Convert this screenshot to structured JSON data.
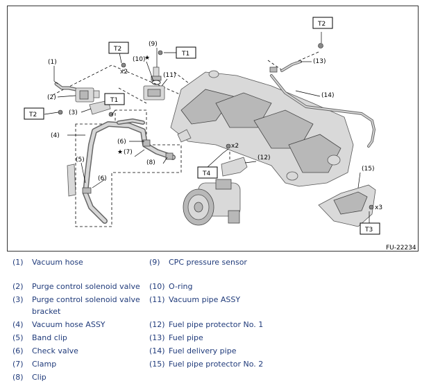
{
  "diagram": {
    "figure_id": "FU-22234",
    "callouts": [
      "(1)",
      "(2)",
      "(3)",
      "(4)",
      "(5)",
      "(6)",
      "(7)",
      "(8)",
      "(9)",
      "(10)",
      "(11)",
      "(12)",
      "(13)",
      "(14)",
      "(15)"
    ],
    "torque_tags": {
      "t1": "T1",
      "t2": "T2",
      "t3": "T3",
      "t4": "T4"
    },
    "qty_x2": "x2",
    "qty_x3": "x3",
    "star": "★"
  },
  "legend": {
    "items": [
      {
        "num": "(1)",
        "text": "Vacuum hose"
      },
      {
        "num": "(2)",
        "text": "Purge control solenoid valve"
      },
      {
        "num": "(3)",
        "text": "Purge control solenoid valve"
      },
      {
        "num": "",
        "text": "bracket"
      },
      {
        "num": "(4)",
        "text": "Vacuum hose ASSY"
      },
      {
        "num": "(5)",
        "text": "Band clip"
      },
      {
        "num": "(6)",
        "text": "Check valve"
      },
      {
        "num": "(7)",
        "text": "Clamp"
      },
      {
        "num": "(8)",
        "text": "Clip"
      },
      {
        "num": "(9)",
        "text": "CPC pressure sensor"
      },
      {
        "num": "(10)",
        "text": "O-ring"
      },
      {
        "num": "(11)",
        "text": "Vacuum pipe ASSY"
      },
      {
        "num": "(12)",
        "text": "Fuel pipe protector No. 1"
      },
      {
        "num": "(13)",
        "text": "Fuel pipe"
      },
      {
        "num": "(14)",
        "text": "Fuel delivery pipe"
      },
      {
        "num": "(15)",
        "text": "Fuel pipe protector No. 2"
      }
    ]
  }
}
